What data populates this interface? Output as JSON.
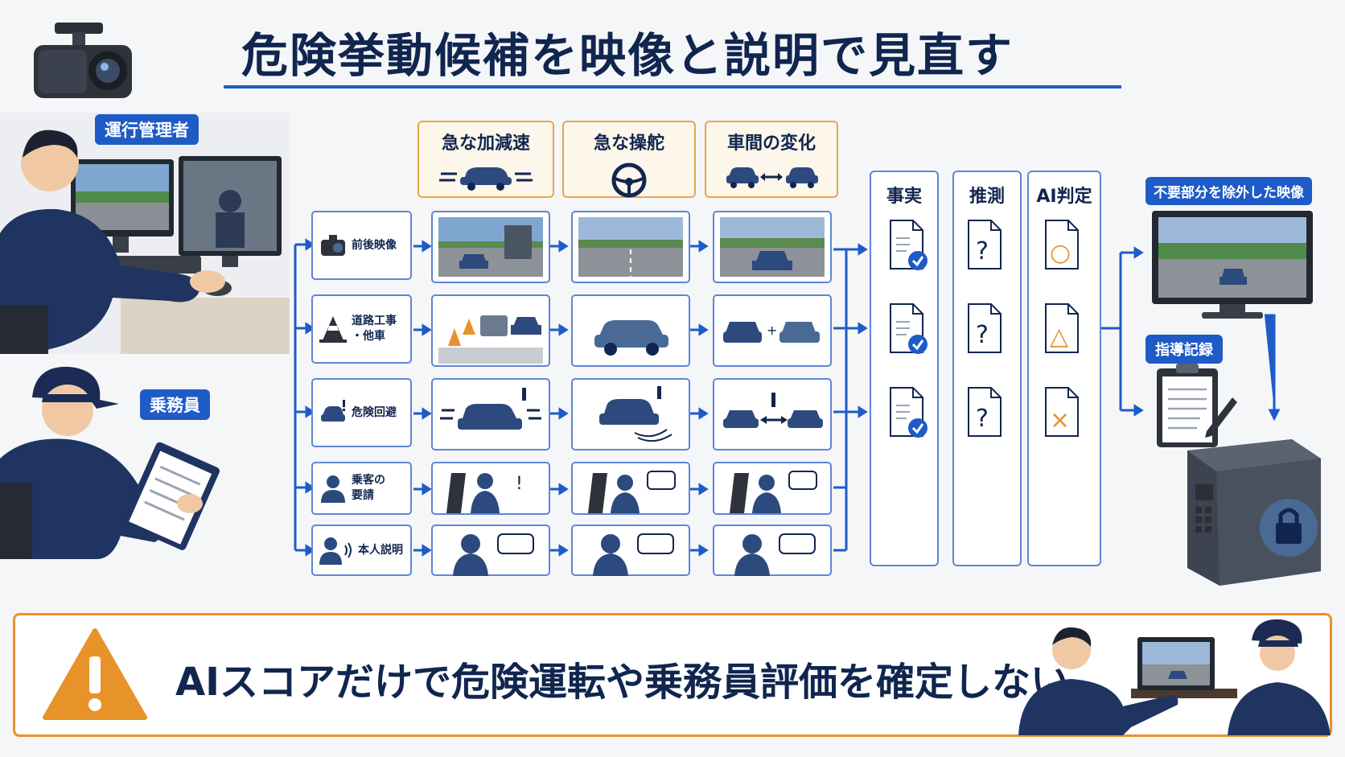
{
  "title": "危険挙動候補を映像と説明で見直す",
  "roles": {
    "manager": "運行管理者",
    "crew": "乗務員"
  },
  "behavior_headers": [
    "急な加減速",
    "急な操舵",
    "車間の変化"
  ],
  "row_labels": [
    {
      "text": "前後映像",
      "icon": "dashcam-icon"
    },
    {
      "text": "道路工事\n・他車",
      "icon": "traffic-cone-icon"
    },
    {
      "text": "危険回避",
      "icon": "car-alert-icon"
    },
    {
      "text": "乗客の\n要請",
      "icon": "passenger-icon"
    },
    {
      "text": "本人説明",
      "icon": "speaker-person-icon"
    }
  ],
  "classification_columns": [
    {
      "label": "事実",
      "marks": [
        "check",
        "check",
        "check"
      ]
    },
    {
      "label": "推測",
      "marks": [
        "?",
        "?",
        "?"
      ]
    },
    {
      "label": "AI判定",
      "marks": [
        "○",
        "△",
        "×"
      ]
    }
  ],
  "outputs": {
    "video_label": "不要部分を除外した映像",
    "record_label": "指導記録"
  },
  "warning": {
    "text": "AIスコアだけで危険運転や乗務員評価を確定しない",
    "icon": "warning-triangle-icon"
  },
  "colors": {
    "navy": "#10264f",
    "accent_blue": "#1f5bc7",
    "border_blue": "#5d86d6",
    "orange": "#e8922a",
    "header_orange": "#e8a64a"
  }
}
